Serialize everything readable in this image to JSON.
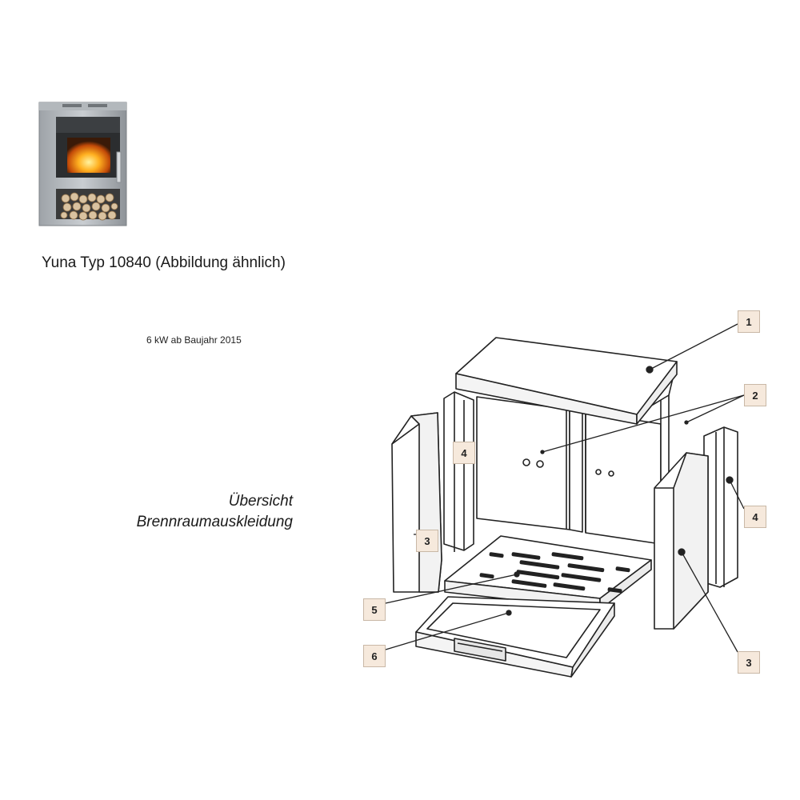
{
  "product": {
    "caption": "Yuna Typ 10840 (Abbildung ähnlich)",
    "spec": "6 kW ab Baujahr 2015"
  },
  "diagram": {
    "title_line1": "Übersicht",
    "title_line2": "Brennraumauskleidung"
  },
  "callouts": [
    "1",
    "2",
    "3",
    "4",
    "4",
    "3",
    "5",
    "6"
  ]
}
